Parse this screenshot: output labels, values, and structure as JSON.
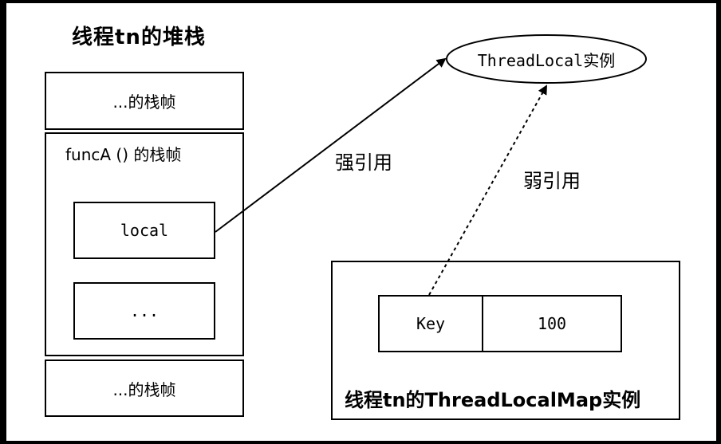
{
  "stack_title": "线程tn的堆栈",
  "frames": {
    "top_frame_label": "...的栈帧",
    "funcA_frame_label": "funcA () 的栈帧",
    "local_label": "local",
    "ellipsis_label": "...",
    "bottom_frame_label": "...的栈帧"
  },
  "references": {
    "strong_label": "强引用",
    "weak_label": "弱引用"
  },
  "threadlocal_instance_label": "ThreadLocal实例",
  "map": {
    "key_label": "Key",
    "value_label": "100",
    "title": "线程tn的ThreadLocalMap实例"
  },
  "colors": {
    "stroke": "#000000",
    "background": "#ffffff"
  }
}
